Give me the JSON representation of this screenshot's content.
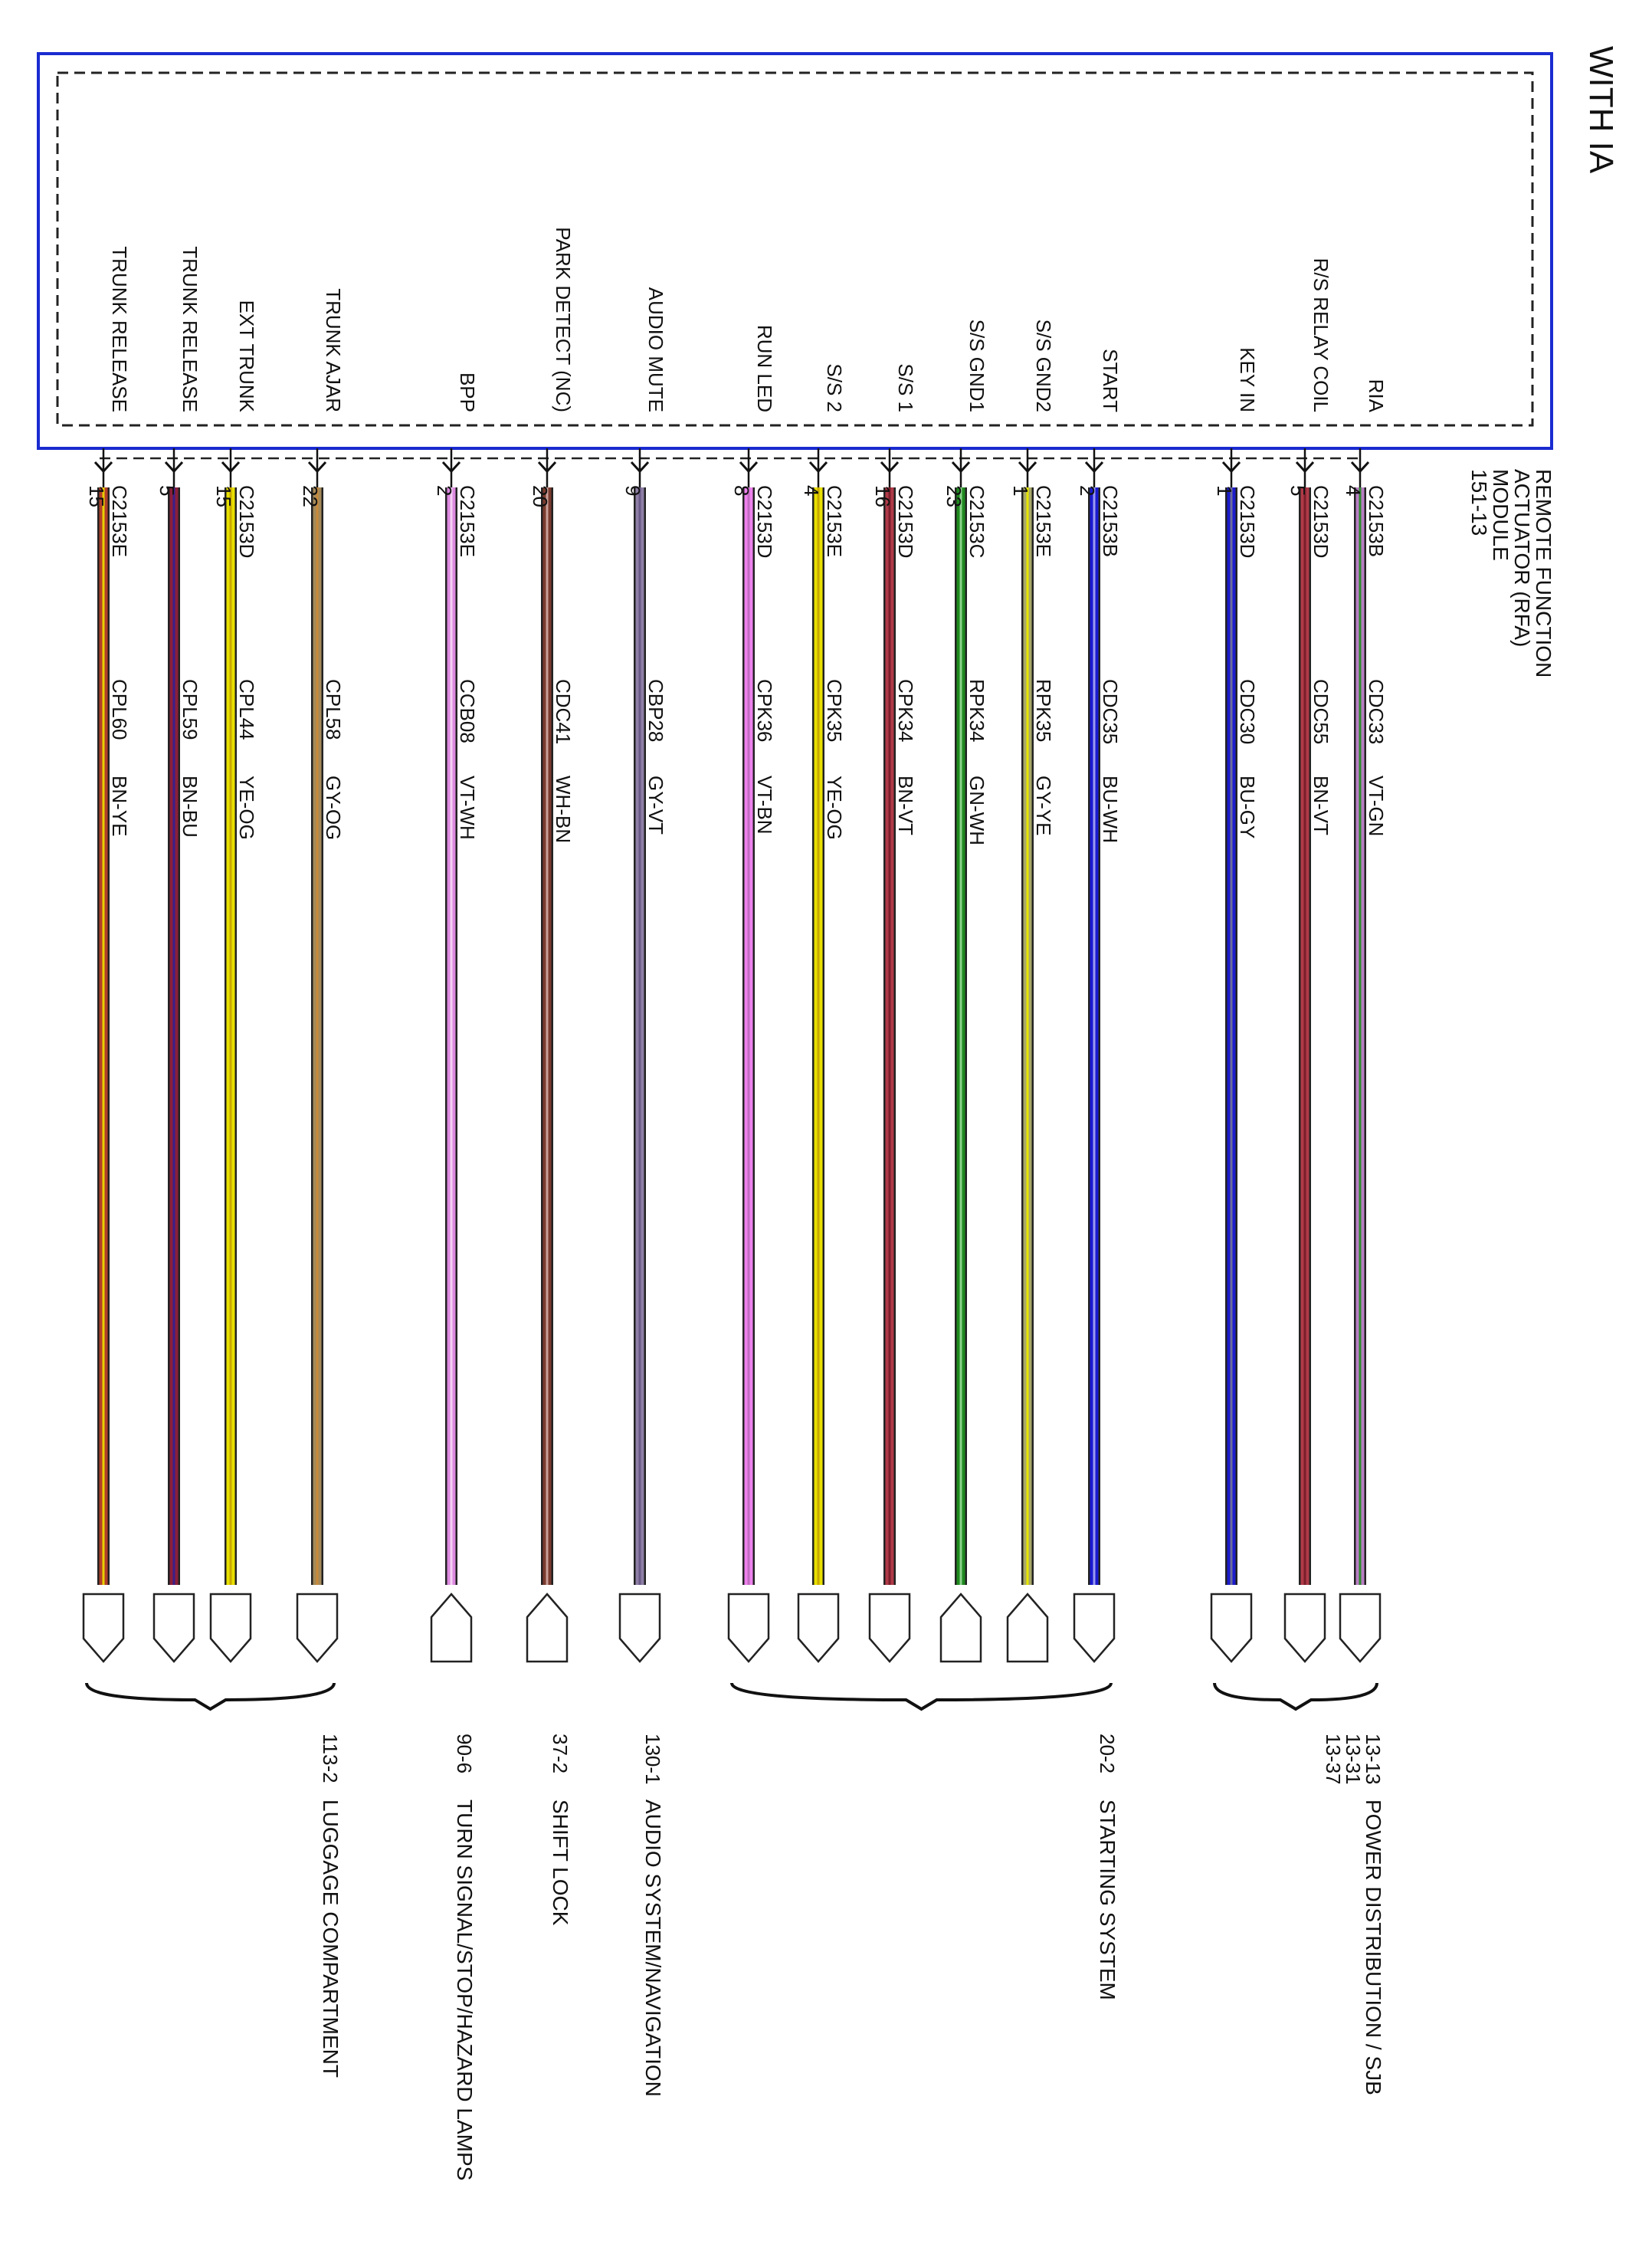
{
  "header": {
    "title": "WITH IA"
  },
  "module": {
    "lines": [
      "REMOTE FUNCTION",
      "ACTUATOR (RFA)",
      "MODULE",
      "151-13"
    ]
  },
  "wires": [
    {
      "signal": "RIA",
      "connector": "C2153B",
      "pin": "4",
      "circuit": "CDC33",
      "color_code": "VT-GN",
      "color": "#b97fc4",
      "stripe": "#2e8b2e",
      "end": "down"
    },
    {
      "signal": "R/S RELAY COIL",
      "connector": "C2153D",
      "pin": "5",
      "circuit": "CDC55",
      "color_code": "BN-VT",
      "color": "#b03a48",
      "stripe": "#7a1f2b",
      "end": "down"
    },
    {
      "signal": "KEY IN",
      "connector": "C2153D",
      "pin": "1",
      "circuit": "CDC30",
      "color_code": "BU-GY",
      "color": "#1c1ccc",
      "stripe": "#6b6b9a",
      "end": "down"
    },
    {
      "signal": "START",
      "connector": "C2153B",
      "pin": "2",
      "circuit": "CDC35",
      "color_code": "BU-WH",
      "color": "#1a1ad0",
      "stripe": "#9a9af0",
      "end": "down"
    },
    {
      "signal": "S/S GND2",
      "connector": "C2153E",
      "pin": "1",
      "circuit": "RPK35",
      "color_code": "GY-YE",
      "color": "#a9a96a",
      "stripe": "#e6e600",
      "end": "up"
    },
    {
      "signal": "S/S GND1",
      "connector": "C2153C",
      "pin": "23",
      "circuit": "RPK34",
      "color_code": "GN-WH",
      "color": "#1f8a1f",
      "stripe": "#8cd18c",
      "end": "up"
    },
    {
      "signal": "S/S 1",
      "connector": "C2153D",
      "pin": "16",
      "circuit": "CPK34",
      "color_code": "BN-VT",
      "color": "#b03a48",
      "stripe": "#7a1f2b",
      "end": "down"
    },
    {
      "signal": "S/S 2",
      "connector": "C2153E",
      "pin": "4",
      "circuit": "CPK35",
      "color_code": "YE-OG",
      "color": "#e8e000",
      "stripe": "#c9a800",
      "end": "down"
    },
    {
      "signal": "RUN LED",
      "connector": "C2153D",
      "pin": "8",
      "circuit": "CPK36",
      "color_code": "VT-BN",
      "color": "#ee82ee",
      "stripe": "#c06cc0",
      "end": "down"
    },
    {
      "signal": "AUDIO MUTE",
      "connector": "",
      "pin": "9",
      "circuit": "CBP28",
      "color_code": "GY-VT",
      "color": "#8e7fa6",
      "stripe": "#6a5a86",
      "end": "down"
    },
    {
      "signal": "PARK DETECT (NC)",
      "connector": "",
      "pin": "20",
      "circuit": "CDC41",
      "color_code": "WH-BN",
      "color": "#7a3b2e",
      "stripe": "#c9a09a",
      "end": "up"
    },
    {
      "signal": "BPP",
      "connector": "C2153E",
      "pin": "2",
      "circuit": "CCB08",
      "color_code": "VT-WH",
      "color": "#dd8ae0",
      "stripe": "#f3d0f3",
      "end": "up"
    },
    {
      "signal": "TRUNK AJAR",
      "connector": "",
      "pin": "22",
      "circuit": "CPL58",
      "color_code": "GY-OG",
      "color": "#a58a5a",
      "stripe": "#c98a3a",
      "end": "down"
    },
    {
      "signal": "EXT TRUNK",
      "connector": "C2153D",
      "pin": "15",
      "circuit": "CPL44",
      "color_code": "YE-OG",
      "color": "#e8e000",
      "stripe": "#c9a800",
      "end": "down"
    },
    {
      "signal": "TRUNK RELEASE",
      "connector": "",
      "pin": "5",
      "circuit": "CPL59",
      "color_code": "BN-BU",
      "color": "#8a1f3a",
      "stripe": "#3a1f8a",
      "end": "down"
    },
    {
      "signal": "TRUNK RELEASE",
      "connector": "C2153E",
      "pin": "15",
      "circuit": "CPL60",
      "color_code": "BN-YE",
      "color": "#b0402a",
      "stripe": "#e8d000",
      "end": "down"
    }
  ],
  "groups": [
    {
      "first": 0,
      "last": 2,
      "pages": [
        "13-13",
        "13-31",
        "13-37"
      ],
      "label": "POWER DISTRIBUTION / SJB"
    },
    {
      "first": 3,
      "last": 8,
      "pages": [
        "20-2"
      ],
      "label": "STARTING SYSTEM"
    },
    {
      "first": 9,
      "last": 9,
      "pages": [
        "130-1"
      ],
      "label": "AUDIO SYSTEM/NAVIGATION"
    },
    {
      "first": 10,
      "last": 10,
      "pages": [
        "37-2"
      ],
      "label": "SHIFT LOCK"
    },
    {
      "first": 11,
      "last": 11,
      "pages": [
        "90-6"
      ],
      "label": "TURN SIGNAL/STOP/HAZARD LAMPS"
    },
    {
      "first": 12,
      "last": 15,
      "pages": [
        "113-2"
      ],
      "label": "LUGGAGE COMPARTMENT"
    }
  ],
  "colors": {
    "module_border": "#1a2bd0",
    "dashed": "#222222",
    "text": "#111111"
  }
}
